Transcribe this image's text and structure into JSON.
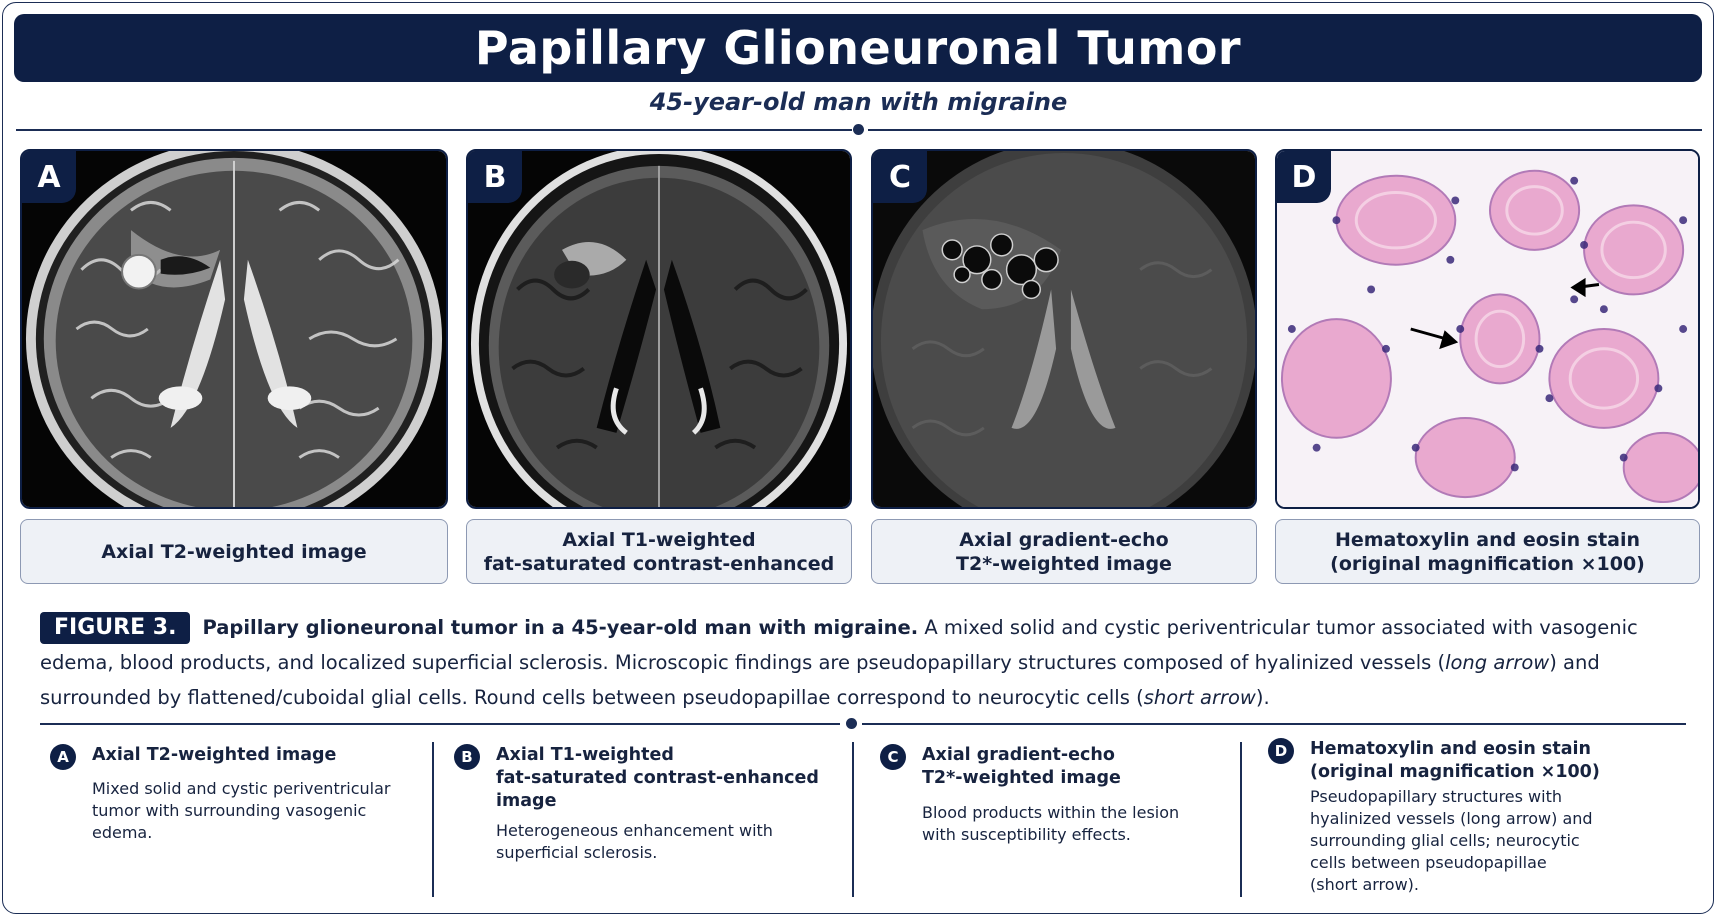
{
  "title": "Papillary Glioneuronal Tumor",
  "subtitle": "45-year-old man with migraine",
  "panels": [
    {
      "letter": "A",
      "caption_lines": [
        "Axial T2-weighted image"
      ]
    },
    {
      "letter": "B",
      "caption_lines": [
        "Axial T1-weighted",
        "fat-saturated contrast-enhanced"
      ]
    },
    {
      "letter": "C",
      "caption_lines": [
        "Axial gradient-echo",
        "T2*-weighted image"
      ]
    },
    {
      "letter": "D",
      "caption_lines": [
        "Hematoxylin and eosin stain",
        "(original magnification ×100)"
      ]
    }
  ],
  "figure": {
    "label": "FIGURE 3.",
    "lead": "Papillary glioneuronal tumor in a 45-year-old man with migraine.",
    "text_1": " A mixed solid and cystic periventricular tumor associated with vasogenic edema, blood products, and localized superficial sclerosis. Microscopic findings are pseudopapillary structures composed of hyalinized vessels (",
    "long_arrow": "long arrow",
    "text_2": ") and surrounded by flattened/cuboidal glial cells. Round cells between pseudopapillae correspond to neurocytic cells (",
    "short_arrow": "short arrow",
    "text_3": ")."
  },
  "legend": [
    {
      "letter": "A",
      "head_lines": [
        "Axial T2-weighted image"
      ],
      "body_lines": [
        "Mixed solid and cystic periventricular",
        "tumor with surrounding vasogenic",
        "edema."
      ]
    },
    {
      "letter": "B",
      "head_lines": [
        "Axial T1-weighted",
        "fat-saturated contrast-enhanced",
        "image"
      ],
      "body_lines": [
        "Heterogeneous enhancement with",
        "superficial sclerosis."
      ]
    },
    {
      "letter": "C",
      "head_lines": [
        "Axial gradient-echo",
        "T2*-weighted image"
      ],
      "body_lines": [
        "Blood products within the lesion",
        "with susceptibility effects."
      ]
    },
    {
      "letter": "D",
      "head_lines": [
        "Hematoxylin and eosin stain",
        "(original magnification ×100)"
      ],
      "body_lines": [
        "Pseudopapillary structures with",
        "hyalinized vessels (long arrow) and",
        "surrounding glial cells; neurocytic",
        "cells between pseudopapillae",
        "(short arrow)."
      ]
    }
  ],
  "colors": {
    "navy": "#0e1f45",
    "caption_bg": "#eef1f6",
    "stain_pink": "#e9a9cf",
    "nuclei": "#3b2a7a"
  }
}
